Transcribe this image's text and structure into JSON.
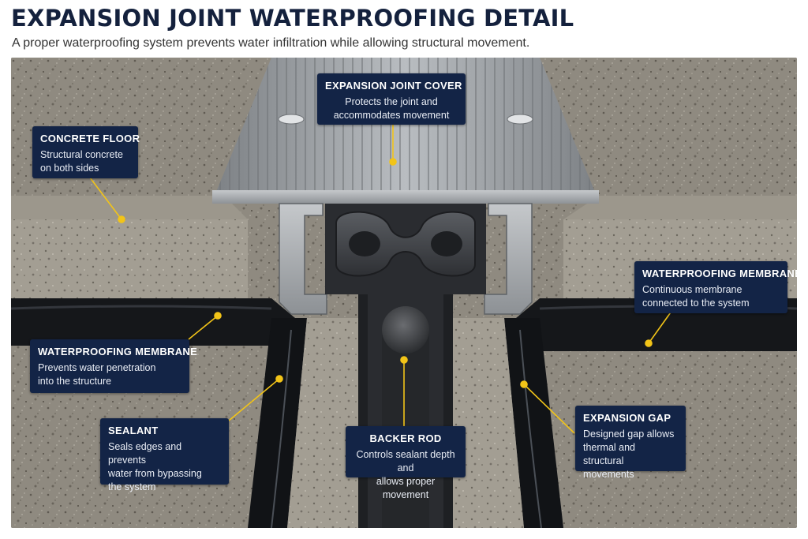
{
  "header": {
    "title": "EXPANSION JOINT WATERPROOFING DETAIL",
    "subtitle": "A proper waterproofing system prevents water infiltration while allowing structural movement."
  },
  "callouts": {
    "cover": {
      "title": "EXPANSION JOINT COVER",
      "body": "Protects the joint and\naccommodates movement"
    },
    "concrete": {
      "title": "CONCRETE FLOOR",
      "body": "Structural concrete\non both sides"
    },
    "membrane_right": {
      "title": "WATERPROOFING MEMBRANE",
      "body": "Continuous membrane\nconnected to the system"
    },
    "membrane_left": {
      "title": "WATERPROOFING MEMBRANE",
      "body": "Prevents water penetration\ninto the structure"
    },
    "sealant": {
      "title": "SEALANT",
      "body": "Seals edges and prevents\nwater from bypassing\nthe system"
    },
    "backer_rod": {
      "title": "BACKER ROD",
      "body": "Controls sealant depth and\nallows proper movement"
    },
    "expansion_gap": {
      "title": "EXPANSION GAP",
      "body": "Designed gap allows\nthermal and structural\nmovements"
    }
  },
  "colors": {
    "callout_bg": "#132446",
    "leader": "#f2c418",
    "title": "#14213d",
    "concrete": "#8f8a80",
    "aluminum": "#a7abaf",
    "membrane": "#15171a"
  }
}
